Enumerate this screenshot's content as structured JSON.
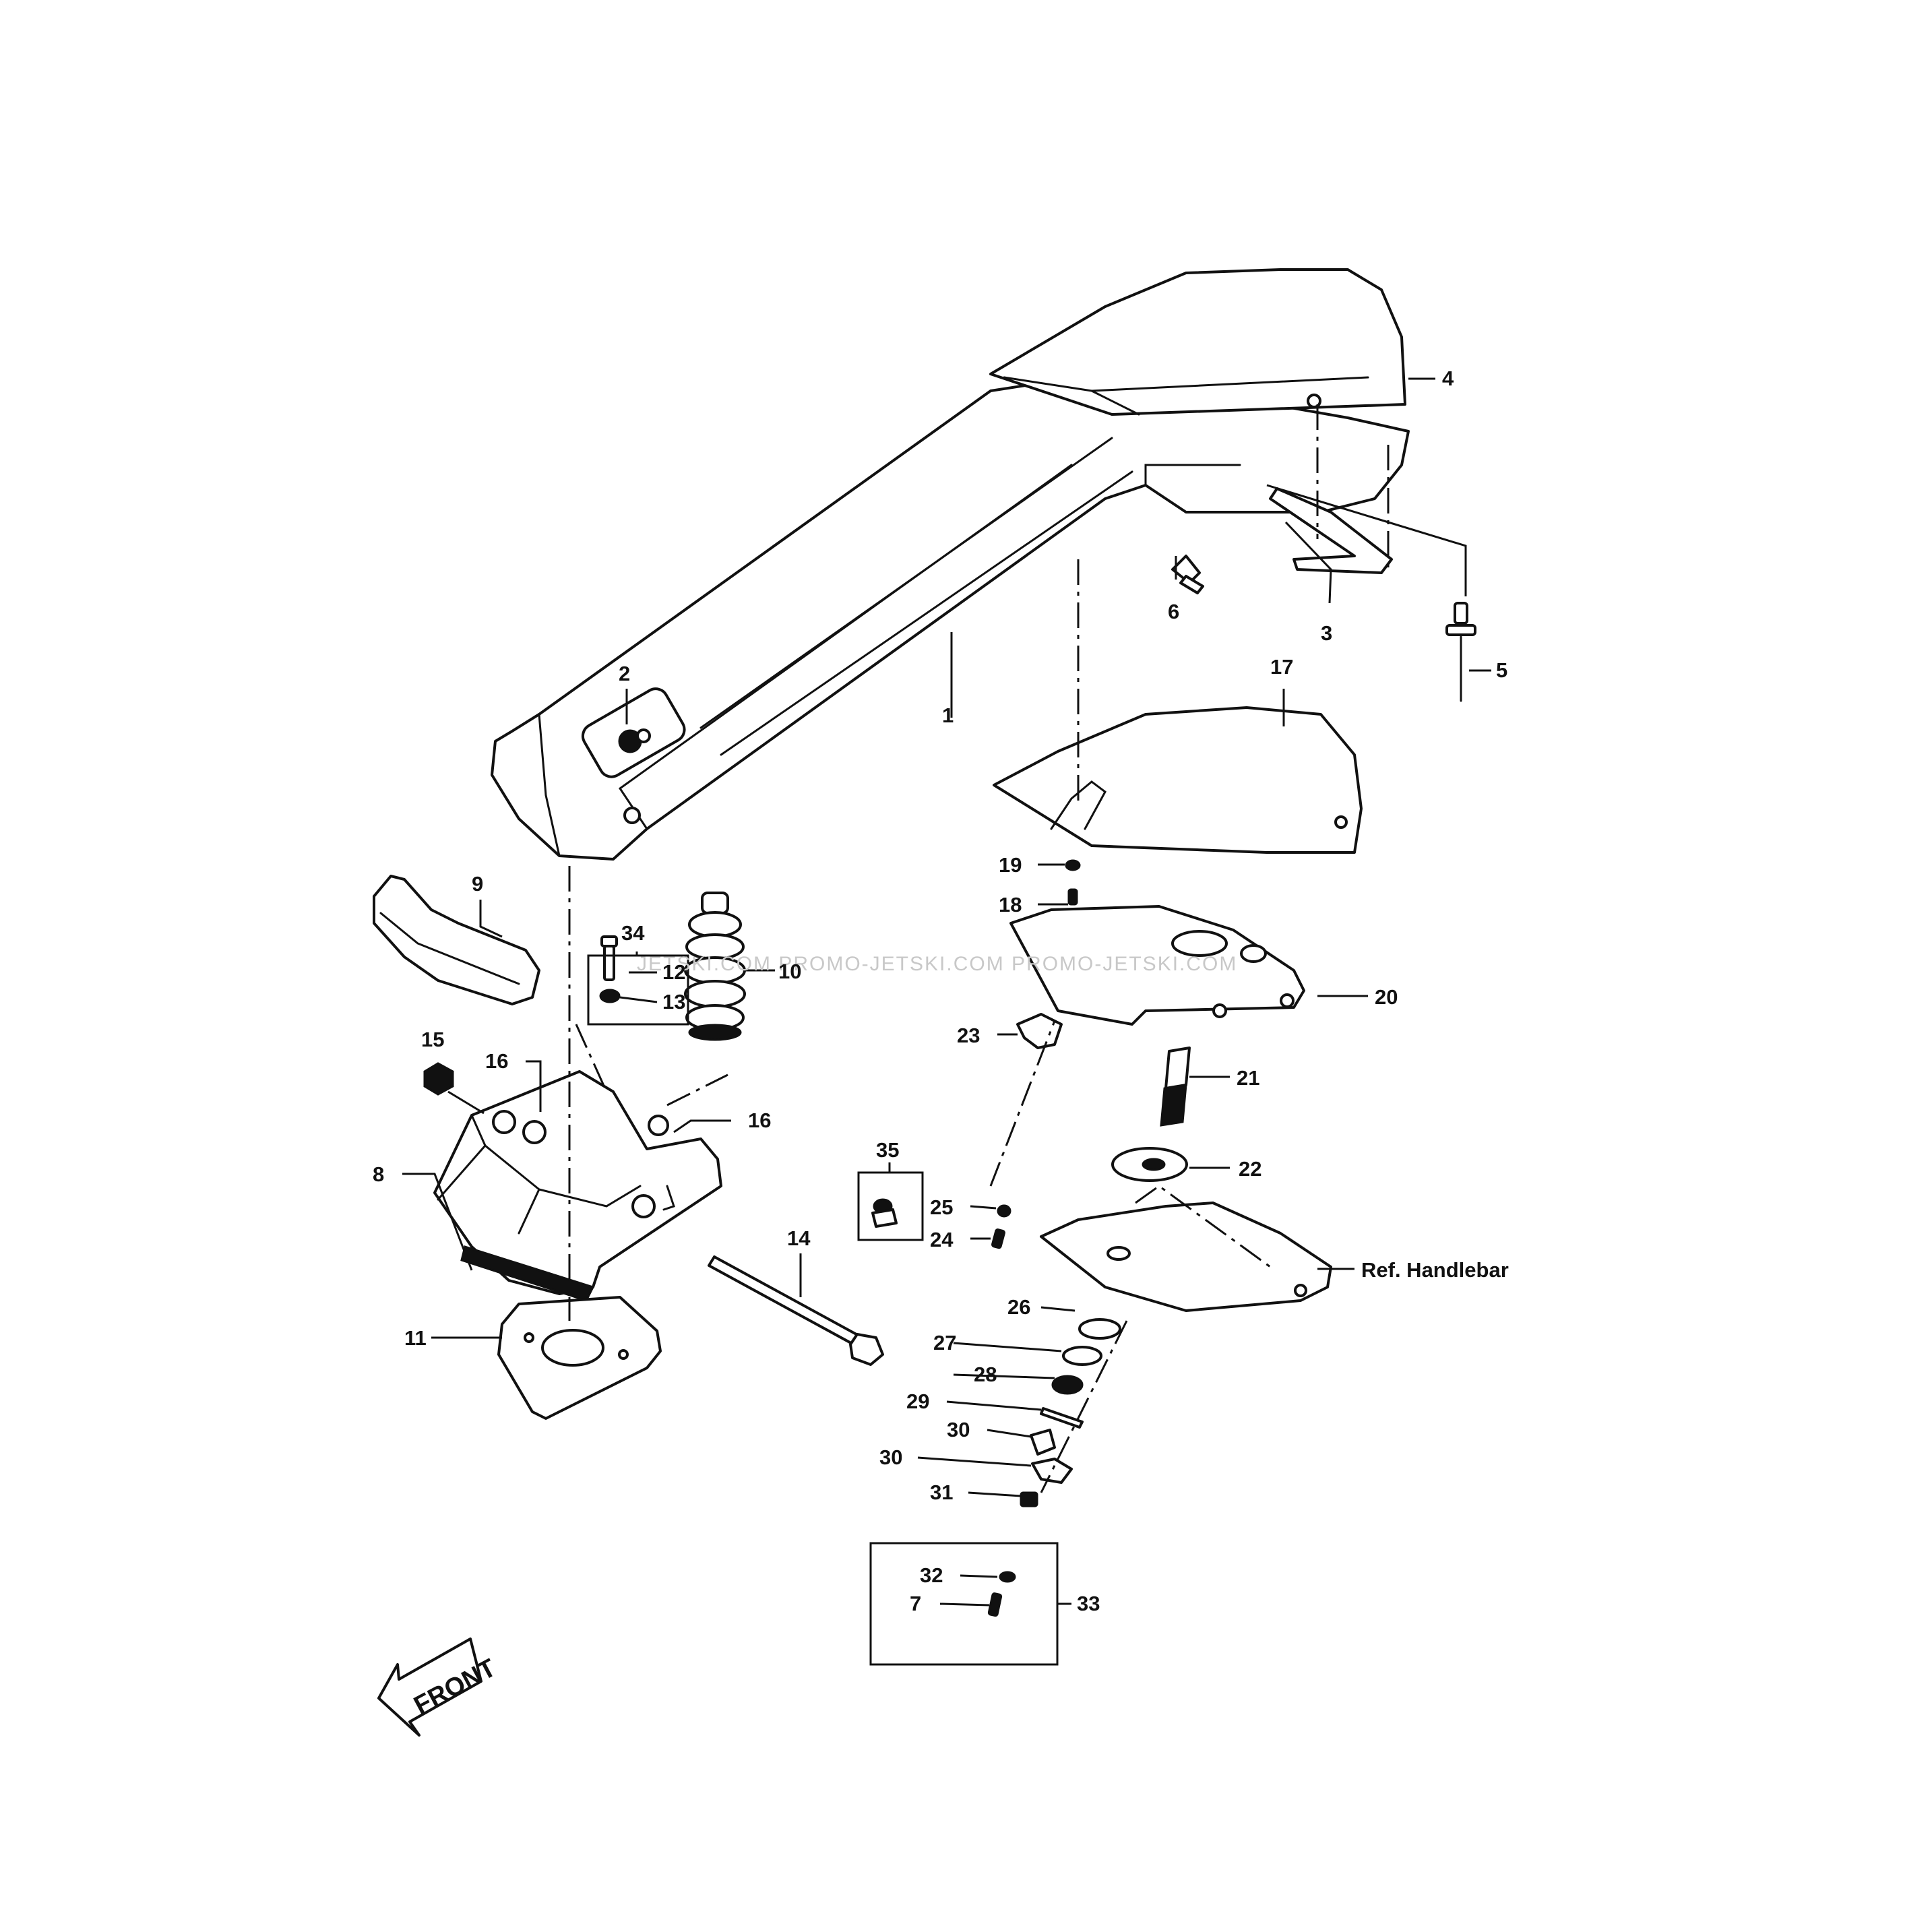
{
  "diagram": {
    "callouts": {
      "c1": "1",
      "c2": "2",
      "c3": "3",
      "c4": "4",
      "c5": "5",
      "c6": "6",
      "c7": "7",
      "c8": "8",
      "c9": "9",
      "c10": "10",
      "c11": "11",
      "c12": "12",
      "c13": "13",
      "c14": "14",
      "c15": "15",
      "c16a": "16",
      "c16b": "16",
      "c17": "17",
      "c18": "18",
      "c19": "19",
      "c20": "20",
      "c21": "21",
      "c22": "22",
      "c23": "23",
      "c24": "24",
      "c25": "25",
      "c26": "26",
      "c27": "27",
      "c28": "28",
      "c29": "29",
      "c30a": "30",
      "c30b": "30",
      "c31": "31",
      "c32": "32",
      "c33": "33",
      "c34": "34",
      "c35": "35"
    },
    "reference_label": "Ref. Handlebar",
    "front_label": "FRONT",
    "watermark": "JETSKI.COM   PROMO-JETSKI.COM   PROMO-JETSKI.COM"
  }
}
